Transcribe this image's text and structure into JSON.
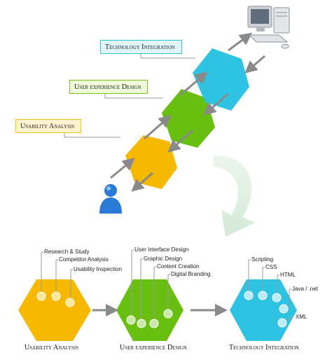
{
  "top": {
    "labels": {
      "technology": "Technology Integration",
      "ux": "User experience Design",
      "usability": "Usability Analysis"
    }
  },
  "bottom": {
    "usability": {
      "caption": "Usability Analysis",
      "items": [
        "Research & Study",
        "Competitor Analysis",
        "Usability Inspection"
      ]
    },
    "ux": {
      "caption": "User experience Design",
      "items": [
        "User Interface Design",
        "Graphic Design",
        "Content Creation",
        "Digital Branding"
      ]
    },
    "technology": {
      "caption": "Technology Integration",
      "items": [
        "Scripting",
        "CSS",
        "HTML",
        "Java / .net",
        "XML"
      ]
    }
  },
  "colors": {
    "yellow": "#f7b800",
    "green": "#69bf10",
    "cyan": "#2ec3e2",
    "arrow": "#8a8a8a"
  },
  "icons": [
    "user-icon",
    "computer-icon",
    "curved-arrow-icon"
  ]
}
